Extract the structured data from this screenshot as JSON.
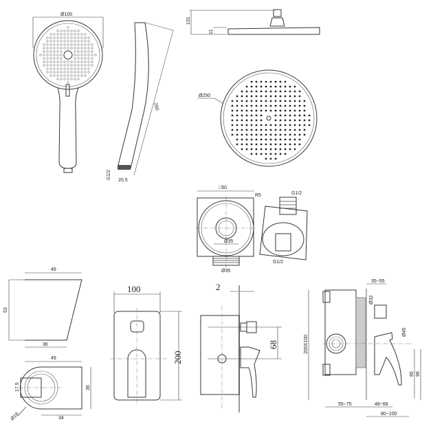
{
  "hand_shower": {
    "width_label": "Ø100",
    "length_label": "260",
    "thread_label": "G1/2",
    "connector_label": "20.5"
  },
  "rain_shower": {
    "height_label": "131",
    "thickness_label": "11",
    "diameter_label": "Ø250"
  },
  "wall_elbow": {
    "size_label": "□50",
    "corner_label": "R5",
    "inner_label": "Ø35",
    "thread_top_label": "G1/2",
    "thread_bottom_label": "G1/2",
    "base_label": "Ø35"
  },
  "holder_side": {
    "top_label": "49",
    "height_label": "53",
    "bottom_label": "36"
  },
  "holder_top": {
    "width_label": "49",
    "depth_label": "36",
    "hole_label": "17.5",
    "offset_label": "34",
    "dia_label": "Ø18"
  },
  "valve_front": {
    "width_label": "100",
    "height_label": "200"
  },
  "valve_side": {
    "plate_label": "2",
    "spacing_label": "68"
  },
  "mixer_body": {
    "top_range_label": "35~55",
    "outlet_label": "Ø32",
    "handle_label": "Ø45",
    "box_label": "200X100",
    "h1_label": "85",
    "h2_label": "96",
    "depth1_label": "55~75",
    "depth2_label": "48~68",
    "depth3_label": "80~100"
  }
}
